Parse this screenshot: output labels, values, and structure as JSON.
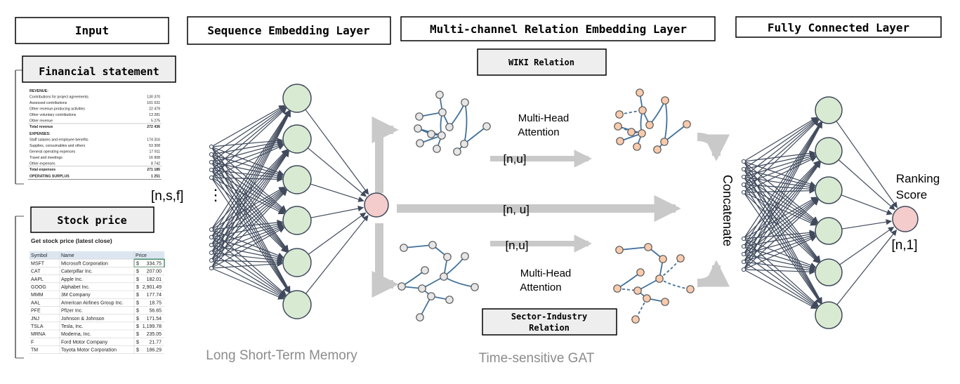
{
  "headers": {
    "input": "Input",
    "sequence": "Sequence Embedding Layer",
    "relation": "Multi-channel Relation Embedding Layer",
    "fc": "Fully Connected Layer"
  },
  "input": {
    "financial_title": "Financial statement",
    "financial_rows": [
      {
        "label": "REVENUE:",
        "value": "",
        "bold": true
      },
      {
        "label": "Contributions for project agreements",
        "value": "130 370"
      },
      {
        "label": "Assessed contributions",
        "value": "101 031"
      },
      {
        "label": "Other revenue-producing activities",
        "value": "22 479"
      },
      {
        "label": "Other voluntary contributions",
        "value": "13 281"
      },
      {
        "label": "Other revenue",
        "value": "5 275"
      },
      {
        "label": "Total revenue",
        "value": "272 436",
        "total": true
      },
      {
        "label": "EXPENSES:",
        "value": "",
        "bold": true
      },
      {
        "label": "Staff salaries and employee benefits",
        "value": "174 316"
      },
      {
        "label": "Supplies, consumables and others",
        "value": "53 308"
      },
      {
        "label": "General operating expenses",
        "value": "17 911"
      },
      {
        "label": "Travel and meetings",
        "value": "16 908"
      },
      {
        "label": "Other expenses",
        "value": "8 742"
      },
      {
        "label": "Total expenses",
        "value": "271 185",
        "total": true
      },
      {
        "label": "OPERATING SURPLUS",
        "value": "1 251",
        "bold": true
      }
    ],
    "shape_label": "[n,s,f]",
    "stock_title": "Stock price",
    "stock_subtitle": "Get stock price (latest close)",
    "stock_headers": [
      "Symbol",
      "Name",
      "Price"
    ],
    "stock_rows": [
      [
        "MSFT",
        "Microsoft Corporation",
        "$",
        "334.75"
      ],
      [
        "CAT",
        "Caterpillar Inc.",
        "$",
        "207.00"
      ],
      [
        "AAPL",
        "Apple Inc.",
        "$",
        "182.01"
      ],
      [
        "GOOG",
        "Alphabet Inc.",
        "$",
        "2,901.49"
      ],
      [
        "MMM",
        "3M Company",
        "$",
        "177.74"
      ],
      [
        "AAL",
        "American Airlines Group Inc.",
        "$",
        "18.75"
      ],
      [
        "PFE",
        "Pfizer Inc.",
        "$",
        "56.65"
      ],
      [
        "JNJ",
        "Johnson & Johnson",
        "$",
        "171.54"
      ],
      [
        "TSLA",
        "Tesla, Inc.",
        "$",
        "1,199.78"
      ],
      [
        "MRNA",
        "Moderna, Inc.",
        "$",
        "235.05"
      ],
      [
        "F",
        "Ford Motor Company",
        "$",
        "21.77"
      ],
      [
        "TM",
        "Toyota Motor Corporation",
        "$",
        "186.29"
      ]
    ]
  },
  "lstm": {
    "label": "Long Short-Term Memory",
    "ellipsis": "⋮"
  },
  "relation": {
    "wiki_label": "WIKI Relation",
    "sector_label": "Sector-Industry Relation",
    "attention_top": "Multi-Head Attention",
    "attention_bottom": "Multi-Head Attention",
    "shape_top": "[n,u]",
    "shape_middle": "[n, u]",
    "shape_bottom": "[n,u]",
    "concatenate": "Concatenate",
    "gat_label": "Time-sensitive GAT"
  },
  "output": {
    "ranking_label": "Ranking Score",
    "shape_label": "[n,1]"
  },
  "colors": {
    "node_green": "#d9ead3",
    "node_pink": "#f4cccc",
    "graph_orange": "#f8cbad",
    "graph_gray": "#e7e6e6",
    "edge_blue": "#41719c",
    "line_dark": "#404a5c",
    "arrow_gray": "#c9c9c9",
    "label_gray": "#8c8c8c"
  }
}
